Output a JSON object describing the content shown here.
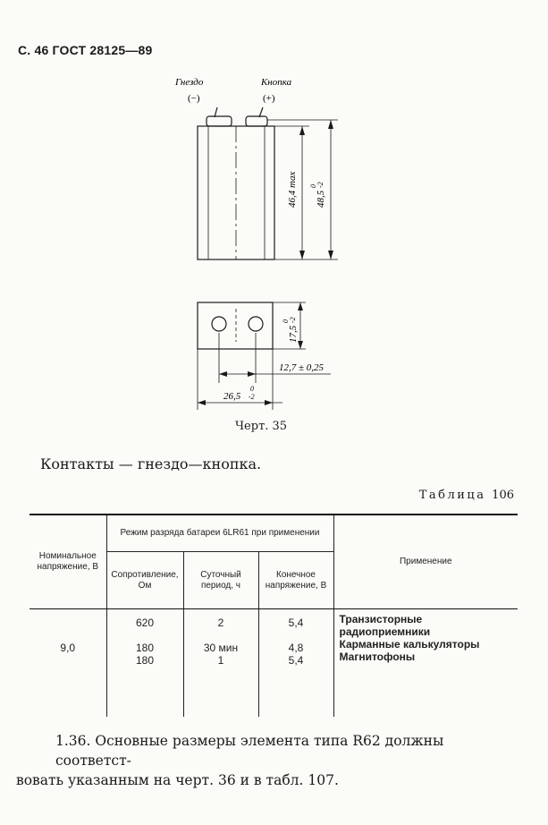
{
  "header": "С. 46 ГОСТ 28125—89",
  "drawing": {
    "label_socket": "Гнездо",
    "label_socket_polarity": "(−)",
    "label_button": "Кнопка",
    "label_button_polarity": "(+)",
    "dim_46_4": "46,4 max",
    "dim_48_5": "48,5",
    "dim_48_5_tol": "0",
    "dim_48_5_tol2": "-2",
    "dim_17_5": "17,5",
    "dim_17_5_tol": "0",
    "dim_17_5_tol2": "-2",
    "dim_12_7": "12,7 ± 0,25",
    "dim_26_5": "26,5",
    "dim_26_5_tol": "0",
    "dim_26_5_tol2": "-2"
  },
  "caption": "Черт. 35",
  "contacts": "Контакты — гнездо—кнопка.",
  "table": {
    "title_word": "Таблица",
    "title_num": "106",
    "col_voltage": "Номинальное напряжение, В",
    "col_mode": "Режим разряда батареи 6LR61 при применении",
    "col_resistance": "Сопротивление, Ом",
    "col_period": "Суточный период, ч",
    "col_final_voltage": "Конечное напряжение, В",
    "col_application": "Применение",
    "voltage": "9,0",
    "resistance": [
      "620",
      "180",
      "180"
    ],
    "period": [
      "2",
      "30 мин",
      "1"
    ],
    "final_voltage": [
      "5,4",
      "4,8",
      "5,4"
    ],
    "application": [
      "Транзисторные радиоприемники",
      "Карманные калькуляторы",
      "Магнитофоны"
    ]
  },
  "paragraph": {
    "line1": "1.36. Основные размеры элемента типа R62 должны соответст-",
    "line2": "вовать указанным на черт. 36 и в табл. 107."
  }
}
